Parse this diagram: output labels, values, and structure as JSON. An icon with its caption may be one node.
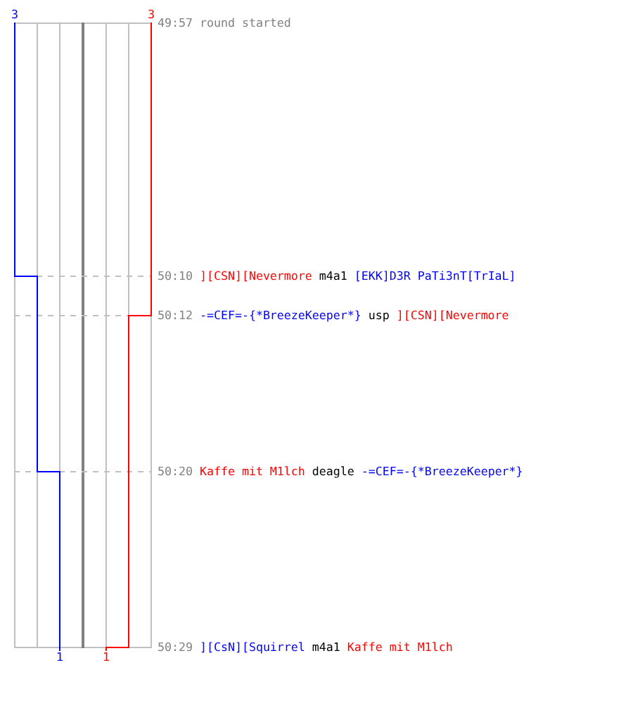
{
  "diagram": {
    "labels": [
      "3",
      "3",
      "49:57",
      "round started",
      "50:10",
      "][CSN][Nevermore",
      "m4a1",
      "[EKK]D3R PaTi3nT[TrIaL]",
      "50:12",
      "-=CEF=-{*BreezeKeeper*}",
      "usp",
      "][CSN][Nevermore",
      "50:20",
      "Kaffe mit M1lch",
      "deagle",
      "-=CEF=-{*BreezeKeeper*}",
      "1",
      "1",
      "50:29",
      "][CsN][Squirrel",
      "m4a1",
      "Kaffe mit M1lch"
    ]
  }
}
